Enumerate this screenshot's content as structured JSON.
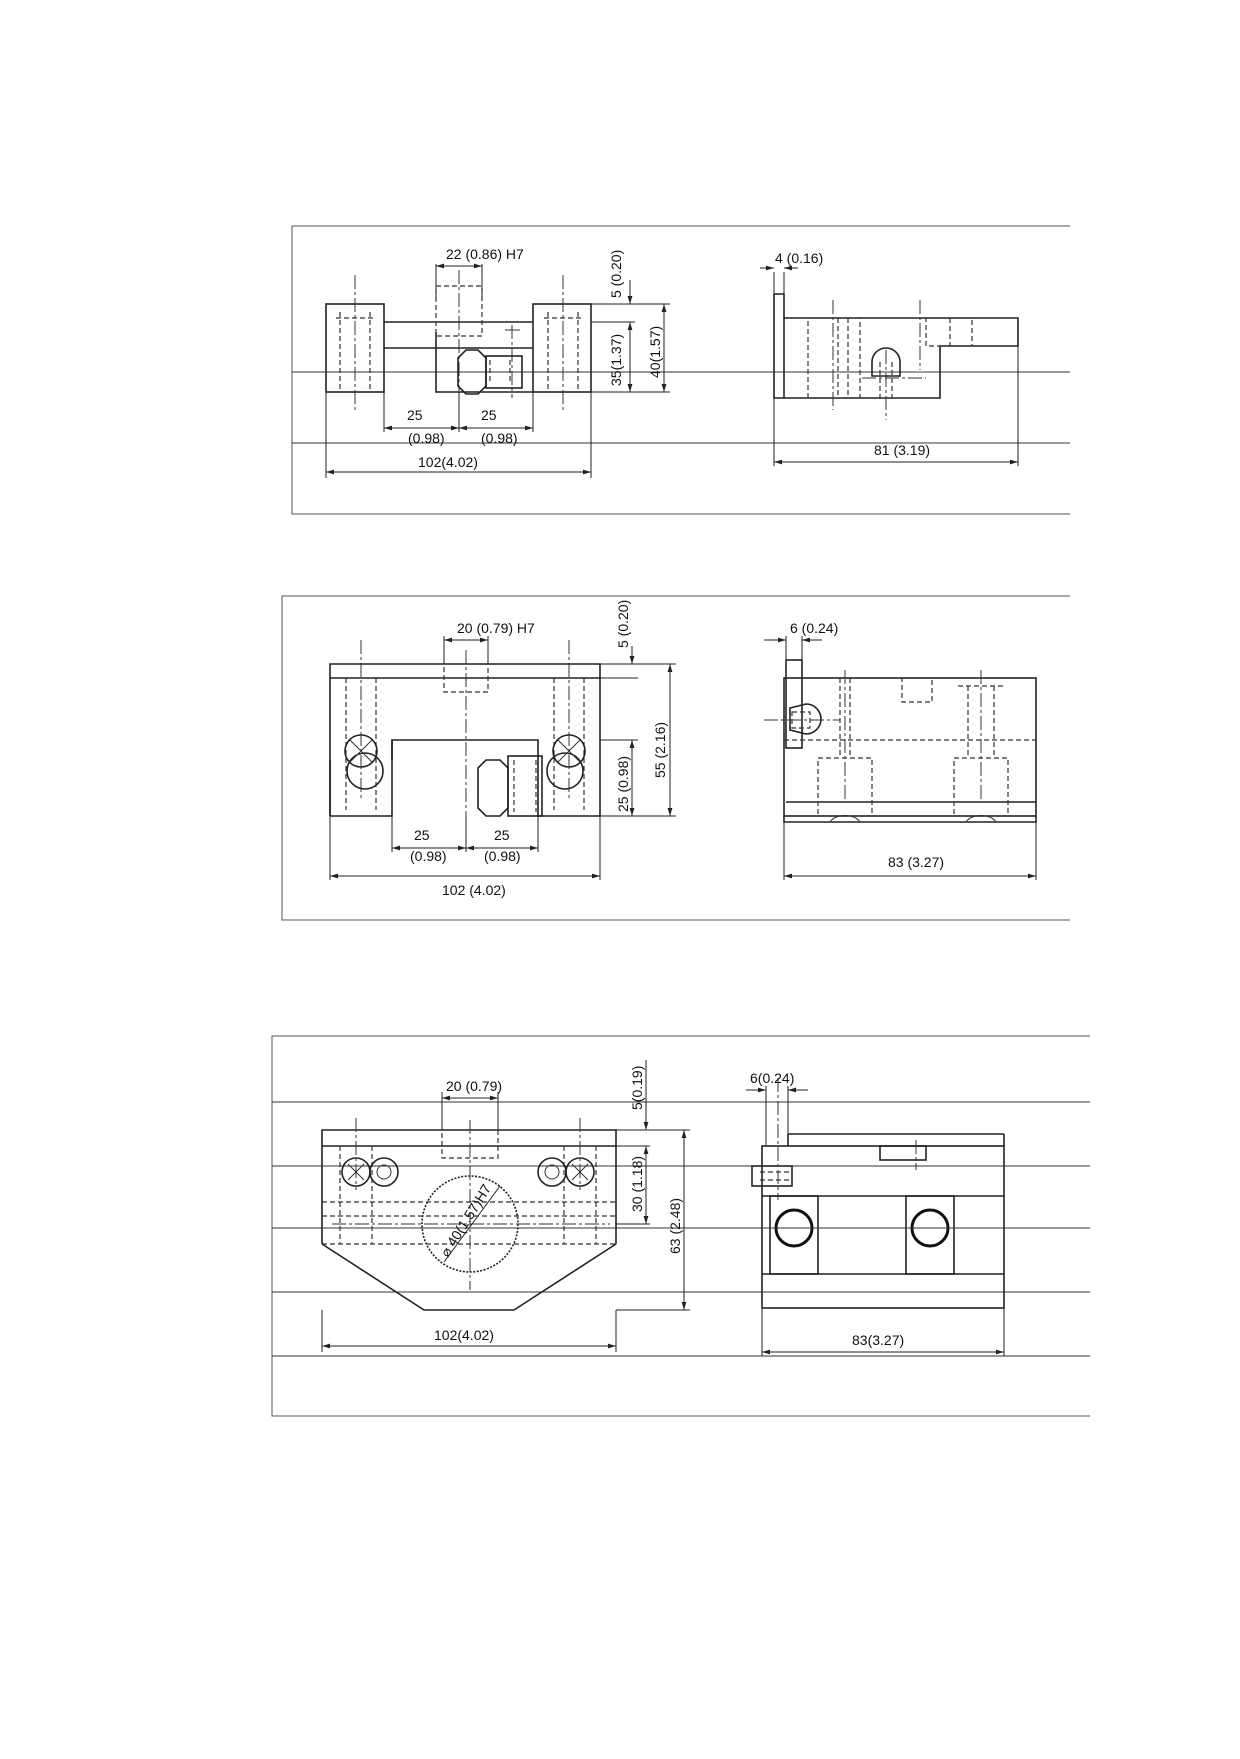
{
  "drawings": [
    {
      "id": "drawing-1",
      "front_view": {
        "width_top": "22 (0.86) H7",
        "offset_left": "25",
        "offset_left_in": "(0.98)",
        "offset_right": "25",
        "offset_right_in": "(0.98)",
        "overall_width": "102(4.02)",
        "top_offset": "5 (0.20)",
        "height_center": "35(1.37)",
        "height_total": "40(1.57)"
      },
      "side_view": {
        "flange": "4 (0.16)",
        "length": "81 (3.19)"
      }
    },
    {
      "id": "drawing-2",
      "front_view": {
        "width_top": "20 (0.79) H7",
        "offset_left": "25",
        "offset_left_in": "(0.98)",
        "offset_right": "25",
        "offset_right_in": "(0.98)",
        "overall_width": "102 (4.02)",
        "top_offset": "5 (0.20)",
        "height_center": "25 (0.98)",
        "height_total": "55 (2.16)"
      },
      "side_view": {
        "flange": "6 (0.24)",
        "length": "83 (3.27)"
      }
    },
    {
      "id": "drawing-3",
      "front_view": {
        "width_top": "20 (0.79)",
        "diameter": "⌀ 40(1.57)H7",
        "overall_width": "102(4.02)",
        "top_offset": "5(0.19)",
        "height_center": "30 (1.18)",
        "height_total": "63 (2.48)"
      },
      "side_view": {
        "flange": "6(0.24)",
        "length": "83(3.27)"
      }
    }
  ]
}
